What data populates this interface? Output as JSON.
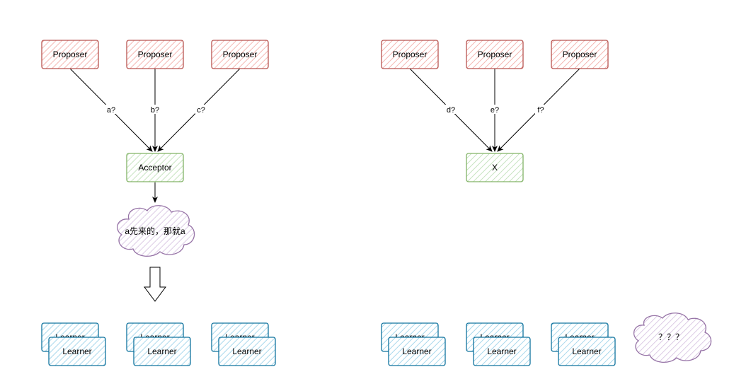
{
  "colors": {
    "proposer_stroke": "#b85450",
    "proposer_fill": "#f8cecc",
    "acceptor_stroke": "#82b366",
    "acceptor_fill": "#d5e8d4",
    "learner_stroke": "#10739e",
    "learner_fill": "#b1ddf0",
    "cloud_stroke": "#9673a6",
    "cloud_fill": "#e1d5e7",
    "edge": "#000000"
  },
  "left": {
    "proposers": [
      "Proposer",
      "Proposer",
      "Proposer"
    ],
    "edge_labels": [
      "a?",
      "b?",
      "c?"
    ],
    "acceptor": "Acceptor",
    "cloud": "a先来的，那就a",
    "learners": [
      {
        "back": "Learner",
        "front": "Learner"
      },
      {
        "back": "Learner",
        "front": "Learner"
      },
      {
        "back": "Learner",
        "front": "Learner"
      }
    ]
  },
  "right": {
    "proposers": [
      "Proposer",
      "Proposer",
      "Proposer"
    ],
    "edge_labels": [
      "d?",
      "e?",
      "f?"
    ],
    "acceptor": "X",
    "cloud": "？？？",
    "learners": [
      {
        "back": "Learner",
        "front": "Learner"
      },
      {
        "back": "Learner",
        "front": "Learner"
      },
      {
        "back": "Learner",
        "front": "Learner"
      }
    ]
  }
}
